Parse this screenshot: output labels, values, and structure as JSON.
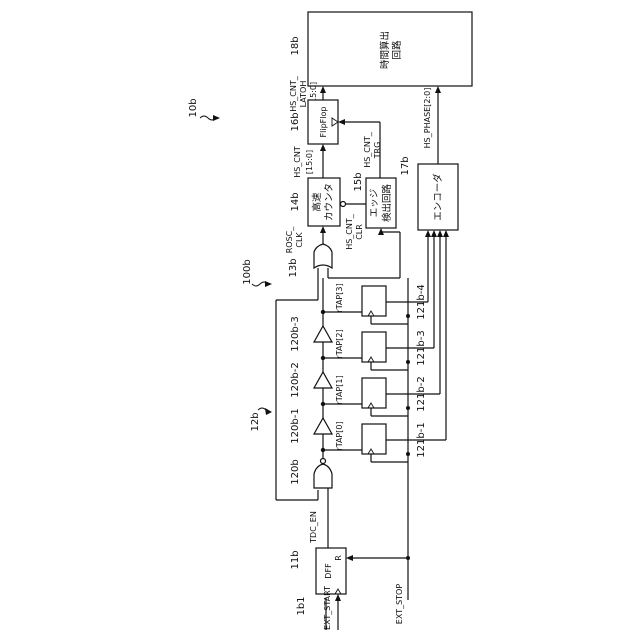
{
  "diagram": {
    "blocks": {
      "time_calc": {
        "ref": "18b",
        "label_lines": [
          "時間算出",
          "回路"
        ]
      },
      "flipflop": {
        "ref": "16b",
        "label": "FlipFlop"
      },
      "hs_counter": {
        "ref": "14b",
        "label_lines": [
          "高速",
          "カウンタ"
        ]
      },
      "edge_detect": {
        "ref": "15b",
        "label_lines": [
          "エッジ",
          "検出回路"
        ]
      },
      "encoder": {
        "ref": "17b",
        "label": "エンコーダ"
      },
      "dff": {
        "ref": "11b",
        "label": "DFF",
        "reset_pin": "R"
      }
    },
    "signals": {
      "hs_cnt_latch": [
        "HS_CNT_",
        "LATOH",
        "[15:0]"
      ],
      "hs_cnt": [
        "HS_CNT",
        "[15:0]"
      ],
      "hs_cnt_trg": [
        "HS_CNT_",
        "TRG"
      ],
      "hs_cnt_clr": [
        "HS_CNT_",
        "CLR"
      ],
      "rosc_clk": [
        "ROSC_",
        "CLK"
      ],
      "hs_phase": "HS_PHASE[2:0]",
      "tdc_en": "TDC_EN",
      "ext_start": "EXT_START",
      "ext_stop": "EXT_STOP",
      "taps": [
        "rTAP[0]",
        "rTAP[1]",
        "rTAP[2]",
        "rTAP[3]"
      ]
    },
    "refs": {
      "system": "10b",
      "oscillator": "100b",
      "ring": "12b",
      "nand_gate": "120b",
      "or_gate": "13b",
      "start_input": "1b1",
      "buffers": [
        "120b-1",
        "120b-2",
        "120b-3"
      ],
      "latches": [
        "121b-1",
        "121b-2",
        "121b-3",
        "121b-4"
      ]
    }
  }
}
